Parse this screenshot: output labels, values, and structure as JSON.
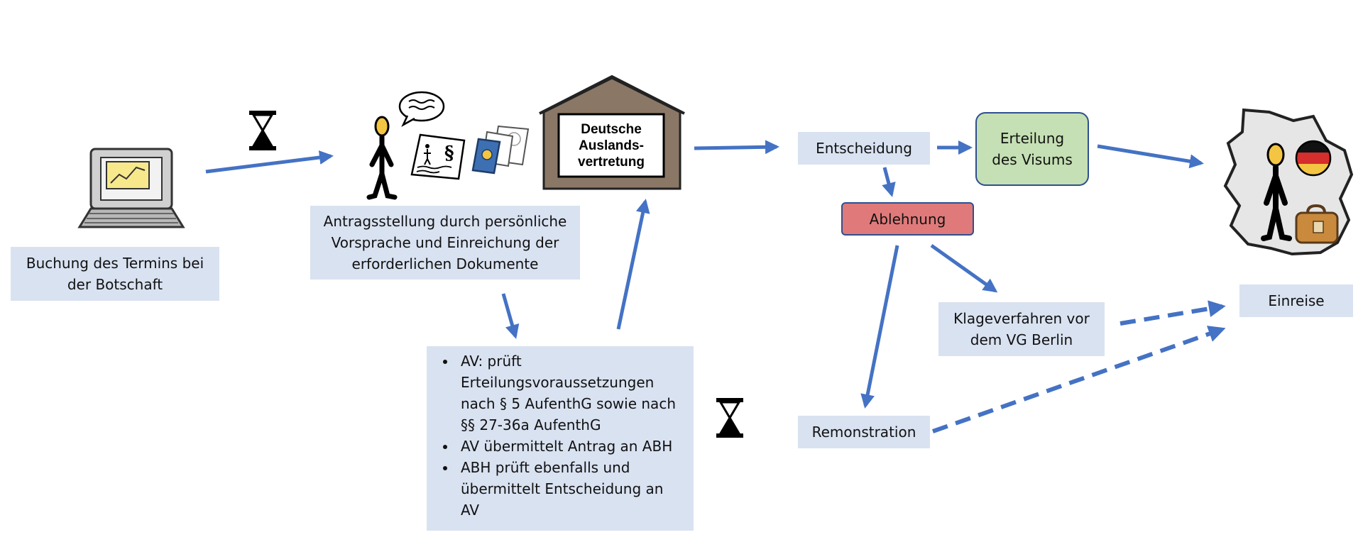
{
  "colors": {
    "arrow": "#4472c4",
    "box_fill": "#d9e2f1",
    "granted_fill": "#c5e0b4",
    "rejected_fill": "#e07a7a",
    "box_border": "#2f4f8f"
  },
  "icons": [
    "laptop-icon",
    "hourglass-icon",
    "person-icon",
    "speech-bubble-icon",
    "document-icon",
    "passport-icon",
    "embassy-building-icon",
    "germany-map-icon",
    "german-flag-icon",
    "suitcase-icon"
  ],
  "nodes": {
    "booking": "Buchung des Termins bei\nder Botschaft",
    "application": "Antragsstellung durch persönliche\nVorsprache und Einreichung der\nerforderlichen Dokumente",
    "embassy": "Deutsche\nAuslands-\nvertretung",
    "decision": "Entscheidung",
    "granted": "Erteilung\ndes Visums",
    "rejected": "Ablehnung",
    "lawsuit": "Klageverfahren vor\ndem VG Berlin",
    "remonstration": "Remonstration",
    "entry": "Einreise"
  },
  "process_steps": [
    "AV: prüft Erteilungsvoraussetzungen nach § 5 AufenthG sowie nach §§ 27-36a AufenthG",
    "AV übermittelt Antrag an ABH",
    "ABH prüft ebenfalls und übermittelt Entscheidung an AV"
  ]
}
